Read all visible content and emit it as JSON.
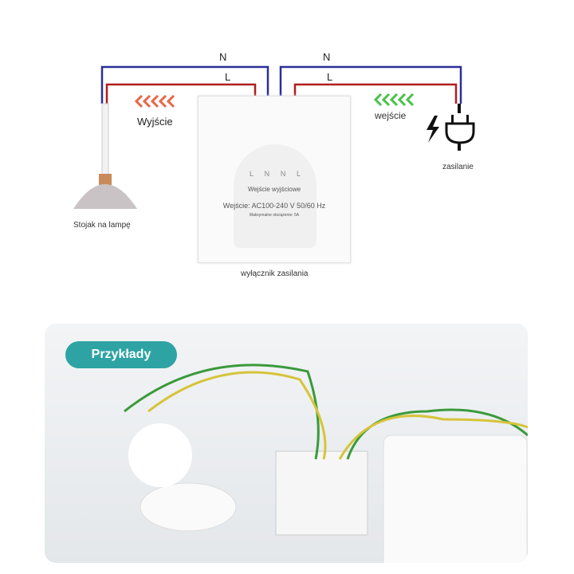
{
  "diagram": {
    "neutral_left": "N",
    "neutral_right": "N",
    "live_left": "L",
    "live_right": "L",
    "output_label": "Wyjście",
    "input_label": "wejście",
    "lamp_label": "Stojak na lampę",
    "power_label": "zasilanie",
    "switch_label": "wyłącznik zasilania",
    "terminals": [
      "L",
      "N",
      "N",
      "L"
    ],
    "terminal_caption": "Wejście wyjściowe",
    "input_spec": "Wejście: AC100-240 V 50/60 Hz",
    "max_load": "Maksymalne obciążenie: 5A",
    "colors": {
      "neutral": "#2a2f9a",
      "live": "#b01e1e",
      "output_arrows": "#e8674a",
      "input_arrows": "#4cc04a"
    }
  },
  "examples": {
    "badge": "Przykłady"
  }
}
